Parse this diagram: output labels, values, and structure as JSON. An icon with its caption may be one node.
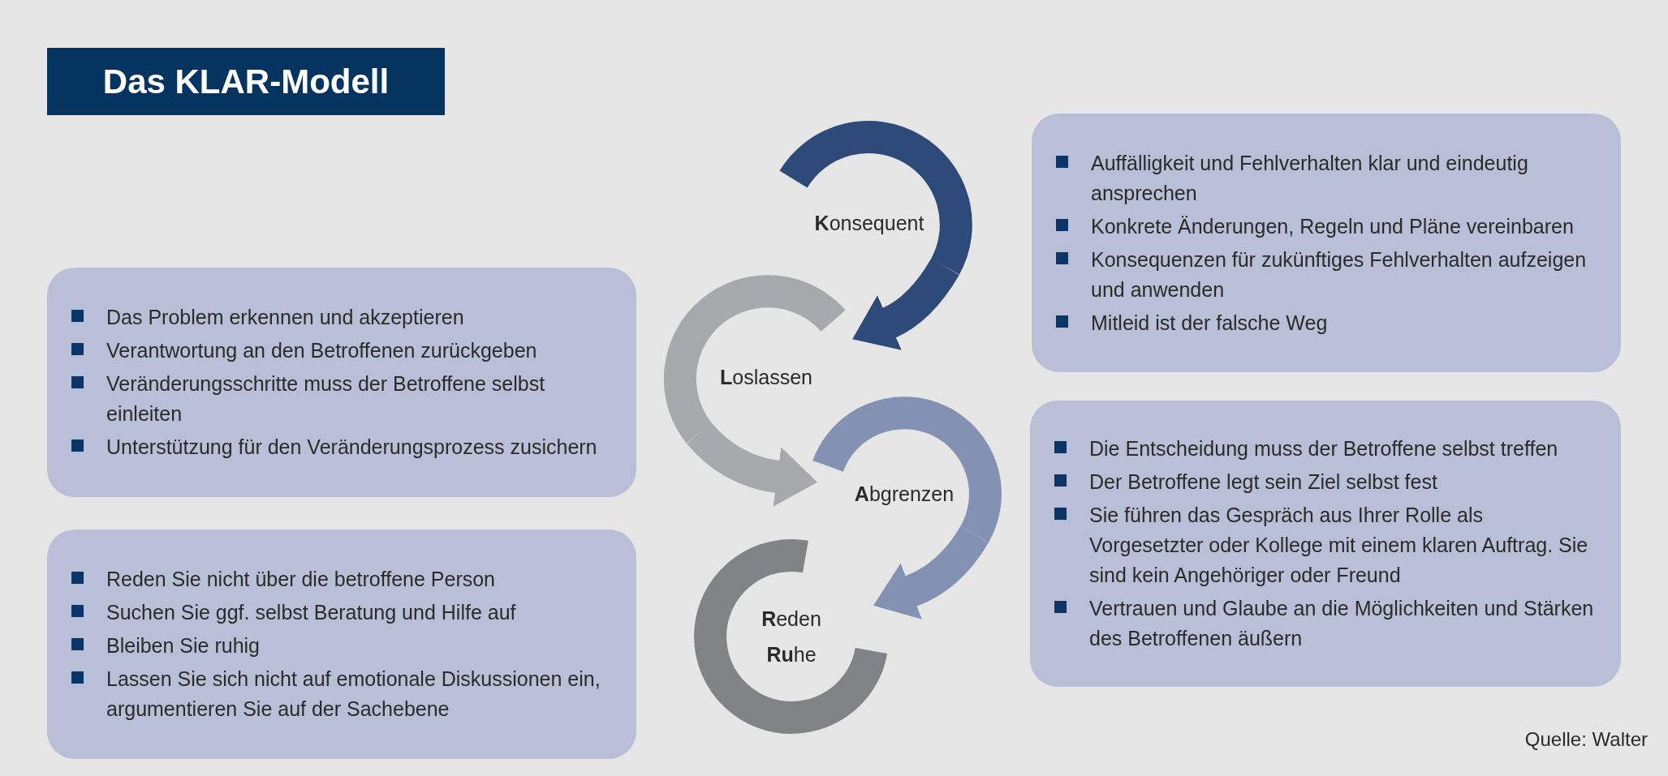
{
  "diagram": {
    "title": "Das KLAR-Modell",
    "caption": "Quelle: Walter",
    "nodes": [
      {
        "text": [
          "Das Problem erkennen und akzeptieren",
          "Verantwortung an den Betroffenen zurückgeben",
          "Veränderungsschritte muss der Betroffene selbst einleiten",
          "Unterstützung für den Veränderungsprozess zusichern"
        ]
      },
      {
        "text": [
          "Reden Sie nicht über die betroffene Person",
          "Suchen Sie ggf. selbst Beratung und Hilfe auf",
          "Bleiben Sie ruhig",
          "Lassen Sie sich nicht auf emotionale Diskussionen ein, argumentieren Sie auf der Sachebene"
        ]
      },
      {
        "text": [
          "**K**onsequent"
        ]
      },
      {
        "text": [
          "**L**oslassen"
        ]
      },
      {
        "text": [
          "**A**bgrenzen"
        ]
      },
      {
        "text": [
          "**R**eden",
          "**Ru**he"
        ]
      },
      {
        "text": [
          "Auffälligkeit und Fehlverhalten klar und eindeutig ansprechen",
          "Konkrete Änderungen, Regeln und Pläne vereinbaren",
          "Konsequenzen für zukünftiges Fehlverhalten aufzeigen und anwenden",
          "Mitleid ist der falsche Weg"
        ]
      },
      {
        "text": [
          "Die Entscheidung muss der Betroffene selbst treffen",
          "Der Betroffene legt sein Ziel selbst fest",
          "Sie führen das Gespräch aus Ihrer Rolle als Vorgesetzter oder Kollege mit einem klaren Auftrag. Sie sind kein Angehöriger oder Freund",
          "Vertrauen und Glaube an die Möglichkeiten und Stärken des Betroffenen äußern"
        ]
      }
    ],
    "edges": [
      {
        "from": 2,
        "to": 3,
        "arrow": "to",
        "color": "#2e4a78"
      },
      {
        "from": 3,
        "to": 4,
        "arrow": "to",
        "color": "#a8a9ad"
      },
      {
        "from": 4,
        "to": 5,
        "arrow": "to",
        "color": "#8391b3"
      }
    ]
  }
}
